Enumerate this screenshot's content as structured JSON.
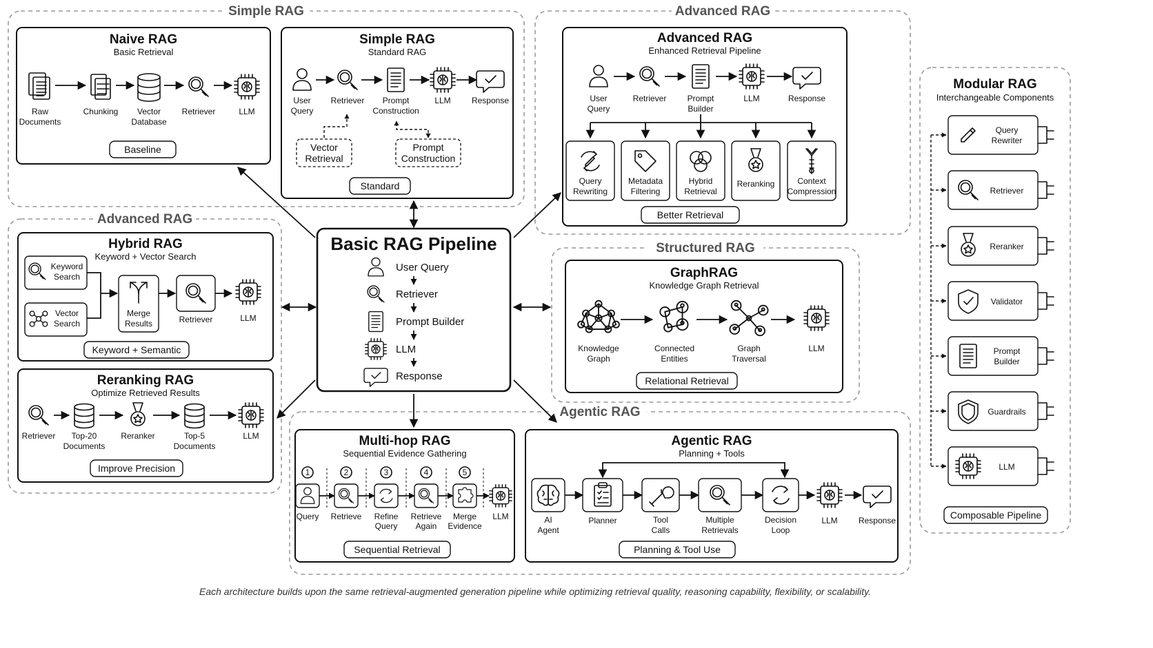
{
  "groups": {
    "simple": "Simple RAG",
    "advanced_top": "Advanced RAG",
    "advanced_left": "Advanced RAG",
    "structured": "Structured RAG",
    "agentic": "Agentic RAG"
  },
  "center": {
    "title": "Basic RAG Pipeline",
    "steps": [
      "User Query",
      "Retriever",
      "Prompt Builder",
      "LLM",
      "Response"
    ]
  },
  "naive": {
    "title": "Naive RAG",
    "subtitle": "Basic Retrieval",
    "items": [
      [
        "Raw",
        "Documents"
      ],
      [
        "Chunking"
      ],
      [
        "Vector",
        "Database"
      ],
      [
        "Retriever"
      ],
      [
        "LLM"
      ]
    ],
    "badge": "Baseline"
  },
  "simple": {
    "title": "Simple RAG",
    "subtitle": "Standard RAG",
    "items": [
      [
        "User",
        "Query"
      ],
      [
        "Retriever"
      ],
      [
        "Prompt",
        "Construction"
      ],
      [
        "LLM"
      ],
      [
        "Response"
      ]
    ],
    "sub_boxes": [
      [
        "Vector",
        "Retrieval"
      ],
      [
        "Prompt",
        "Construction"
      ]
    ],
    "badge": "Standard"
  },
  "advanced": {
    "title": "Advanced RAG",
    "subtitle": "Enhanced Retrieval Pipeline",
    "items": [
      [
        "User",
        "Query"
      ],
      [
        "Retriever"
      ],
      [
        "Prompt",
        "Builder"
      ],
      [
        "LLM"
      ],
      [
        "Response"
      ]
    ],
    "techniques": [
      [
        "Query",
        "Rewriting"
      ],
      [
        "Metadata",
        "Filtering"
      ],
      [
        "Hybrid",
        "Retrieval"
      ],
      [
        "Reranking"
      ],
      [
        "Context",
        "Compression"
      ]
    ],
    "badge": "Better Retrieval"
  },
  "hybrid": {
    "title": "Hybrid RAG",
    "subtitle": "Keyword + Vector Search",
    "search_boxes": [
      [
        "Keyword",
        "Search"
      ],
      [
        "Vector",
        "Search"
      ]
    ],
    "items": [
      [
        "Merge",
        "Results"
      ],
      [
        "Retriever"
      ],
      [
        "LLM"
      ]
    ],
    "badge": "Keyword + Semantic"
  },
  "reranking": {
    "title": "Reranking RAG",
    "subtitle": "Optimize Retrieved Results",
    "items": [
      [
        "Retriever"
      ],
      [
        "Top-20",
        "Documents"
      ],
      [
        "Reranker"
      ],
      [
        "Top-5",
        "Documents"
      ],
      [
        "LLM"
      ]
    ],
    "badge": "Improve Precision"
  },
  "graph": {
    "title": "GraphRAG",
    "subtitle": "Knowledge Graph Retrieval",
    "items": [
      [
        "Knowledge",
        "Graph"
      ],
      [
        "Connected",
        "Entities"
      ],
      [
        "Graph",
        "Traversal"
      ],
      [
        "LLM"
      ]
    ],
    "badge": "Relational Retrieval"
  },
  "multihop": {
    "title": "Multi-hop RAG",
    "subtitle": "Sequential Evidence Gathering",
    "numbers": [
      "1",
      "2",
      "3",
      "4",
      "5"
    ],
    "items": [
      [
        "Query"
      ],
      [
        "Retrieve"
      ],
      [
        "Refine",
        "Query"
      ],
      [
        "Retrieve",
        "Again"
      ],
      [
        "Merge",
        "Evidence"
      ],
      [
        "LLM"
      ]
    ],
    "badge": "Sequential Retrieval"
  },
  "agentic": {
    "title": "Agentic RAG",
    "subtitle": "Planning + Tools",
    "items": [
      [
        "AI",
        "Agent"
      ],
      [
        "Planner"
      ],
      [
        "Tool",
        "Calls"
      ],
      [
        "Multiple",
        "Retrievals"
      ],
      [
        "Decision",
        "Loop"
      ],
      [
        "LLM"
      ],
      [
        "Response"
      ]
    ],
    "badge": "Planning & Tool Use"
  },
  "modular": {
    "title": "Modular RAG",
    "subtitle": "Interchangeable Components",
    "components": [
      [
        "Query",
        "Rewriter"
      ],
      [
        "Retriever"
      ],
      [
        "Reranker"
      ],
      [
        "Validator"
      ],
      [
        "Prompt",
        "Builder"
      ],
      [
        "Guardrails"
      ],
      [
        "LLM"
      ]
    ],
    "badge": "Composable Pipeline"
  },
  "caption": "Each architecture builds upon the same retrieval-augmented generation pipeline while optimizing retrieval quality, reasoning capability, flexibility, or scalability."
}
